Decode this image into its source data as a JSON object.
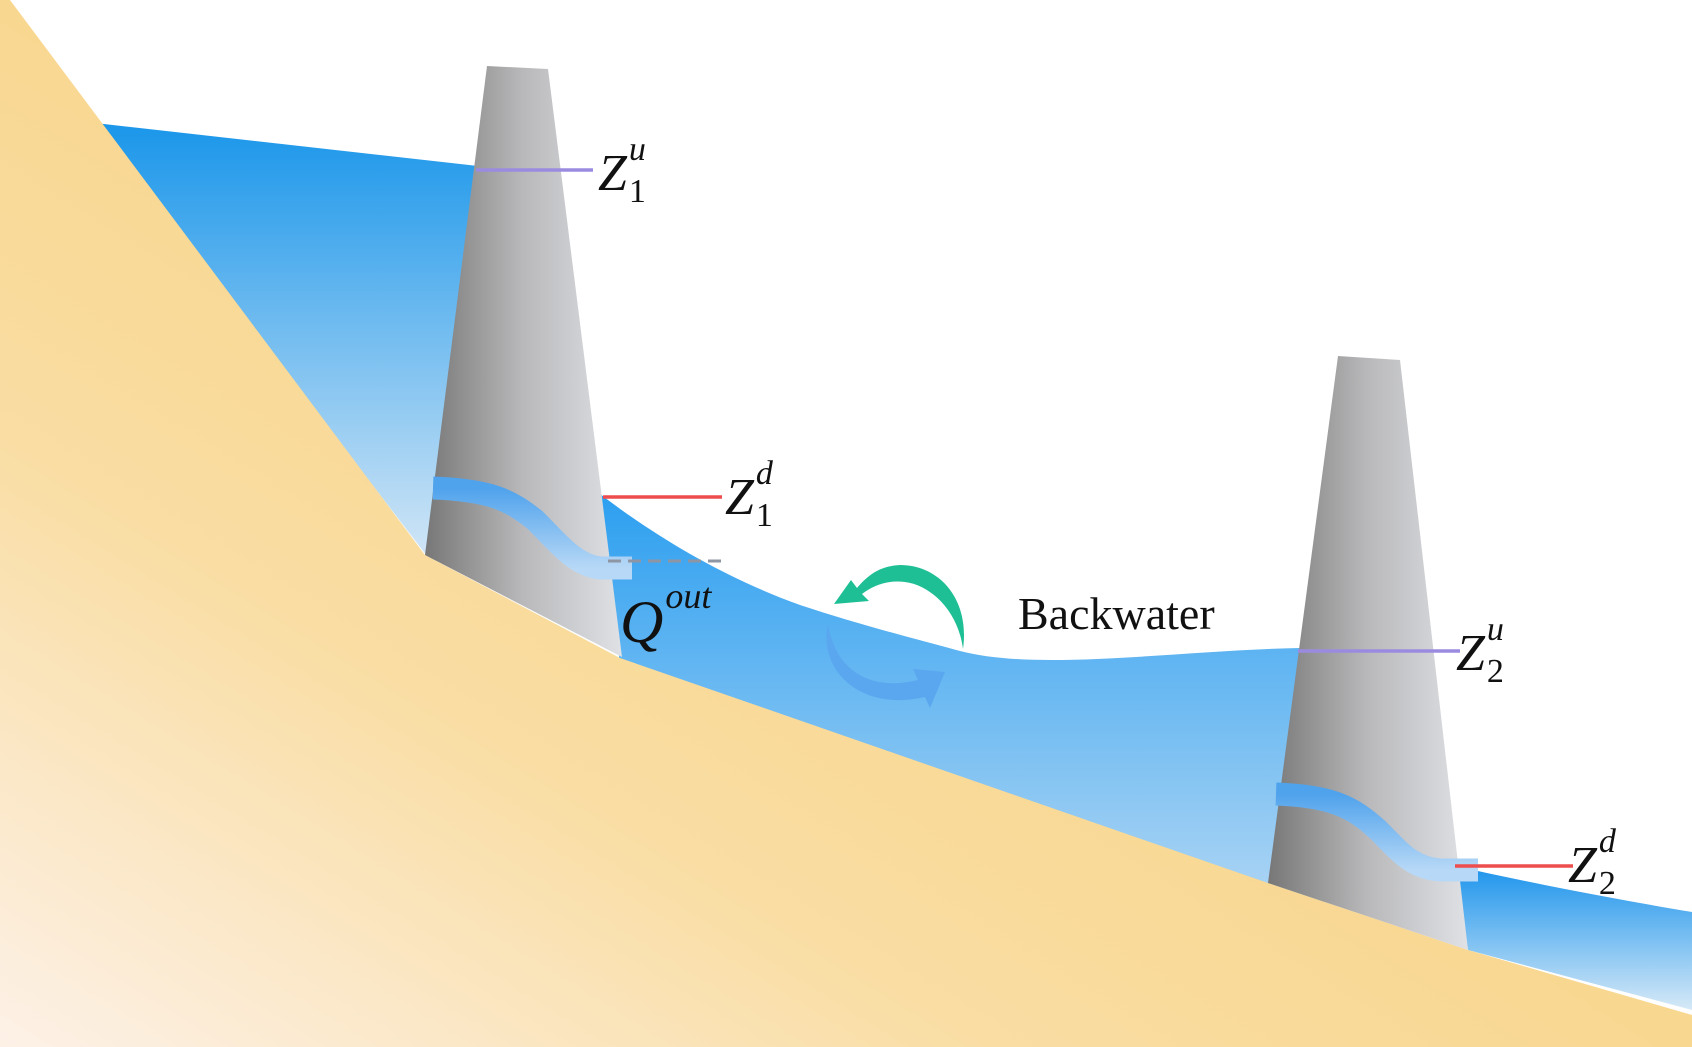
{
  "labels": {
    "z1_upstream": {
      "base": "Z",
      "sup": "u",
      "sub": "1"
    },
    "z1_downstream": {
      "base": "Z",
      "sup": "d",
      "sub": "1"
    },
    "z2_upstream": {
      "base": "Z",
      "sup": "u",
      "sub": "2"
    },
    "z2_downstream": {
      "base": "Z",
      "sup": "d",
      "sub": "2"
    },
    "outflow": {
      "base": "Q",
      "sup": "out"
    },
    "backwater": "Backwater"
  },
  "colors": {
    "water_top": "#1a96ea",
    "water_bottom": "#d6e9f7",
    "ground_top": "#f8d383",
    "ground_bottom": "#fdf0e6",
    "dam_dark": "#7d7d7d",
    "dam_light": "#dcdee2",
    "upstream_level_line": "#9b8be0",
    "downstream_level_line": "#ee4d4d",
    "tailwater_dashed_line": "#8f96a3",
    "backwater_arrow_green": "#1fbf95",
    "backwater_arrow_blue": "#5aa7ef"
  },
  "icons": {
    "backwater_arrows": "circular-arrows-icon"
  }
}
